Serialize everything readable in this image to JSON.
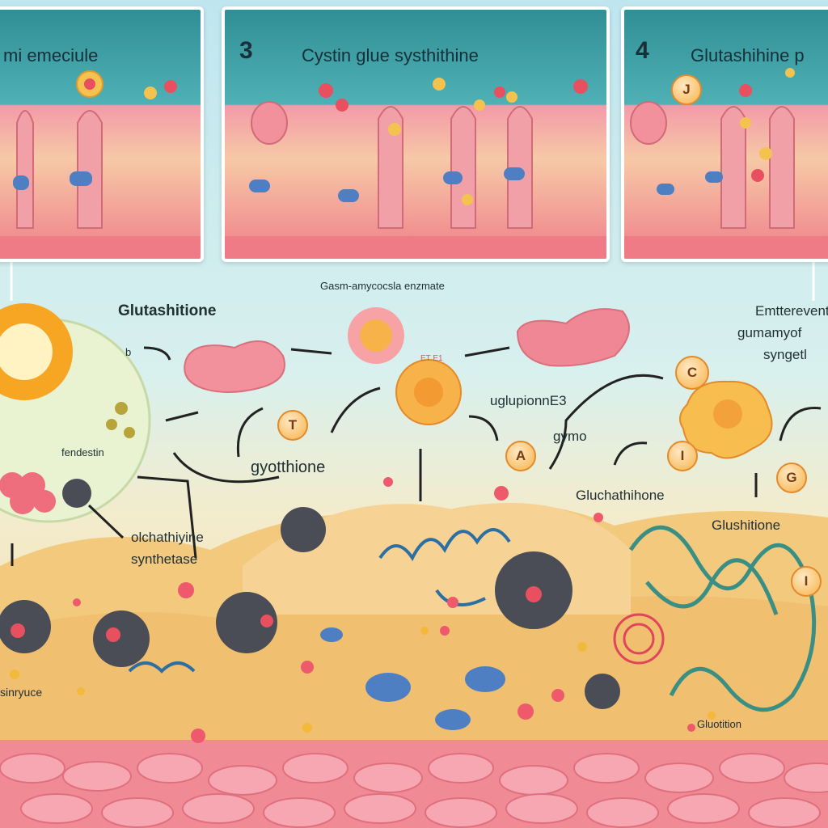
{
  "panels": [
    {
      "number": "",
      "title": "mi emeciule"
    },
    {
      "number": "3",
      "title": "Cystin glue systhithine"
    },
    {
      "number": "4",
      "title": "Glutashihine p"
    }
  ],
  "labels": {
    "gasm": "Gasm-amycocsla enzmate",
    "glutashitione": "Glutashitione",
    "emt_line1": "Emtterevent",
    "emt_line2": "gumamyof",
    "emt_line3": "syngetl",
    "number_b": "b",
    "fendestin": "fendestin",
    "uglupionne": "uglupionnE3",
    "gymo": "gymo",
    "gyotthione": "gyotthione",
    "gluchathihone": "Gluchathihone",
    "glushitione": "Glushitione",
    "olchathiyne_line1": "olchathiyine",
    "olchathiyne_line2": "synthetase",
    "sinryuce": "sinryuce",
    "gluotition": "Gluotition",
    "tiny_label": "ET   E1"
  },
  "badges": {
    "t": "T",
    "a": "A",
    "c": "C",
    "i1": "I",
    "g": "G",
    "i2": "I",
    "j": "J"
  },
  "colors": {
    "sky": "#bfe6ef",
    "tissue": "#f3d9a0",
    "membrane_pink": "#f39aa8",
    "enzyme_orange": "#f7b24a",
    "protein_pink": "#f18c97",
    "virus_gray": "#4a4d55",
    "dna_teal": "#3a8f84"
  }
}
